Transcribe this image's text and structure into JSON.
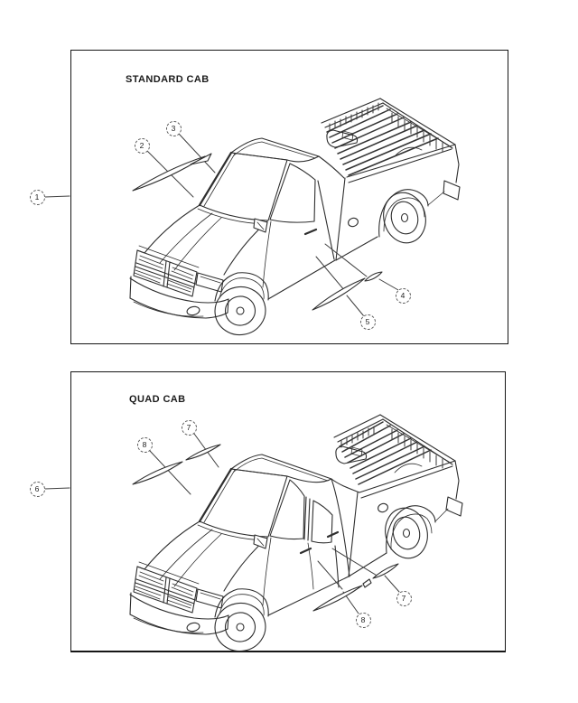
{
  "titles": {
    "standard": "STANDARD CAB",
    "quad": "QUAD CAB"
  },
  "callouts": {
    "c1": "1",
    "c2": "2",
    "c3": "3",
    "c4": "4",
    "c5": "5",
    "c6": "6",
    "c7": "7",
    "c8": "8"
  },
  "colors": {
    "background": "#ffffff",
    "line": "#2e2e2e",
    "panel_border": "#161616"
  }
}
